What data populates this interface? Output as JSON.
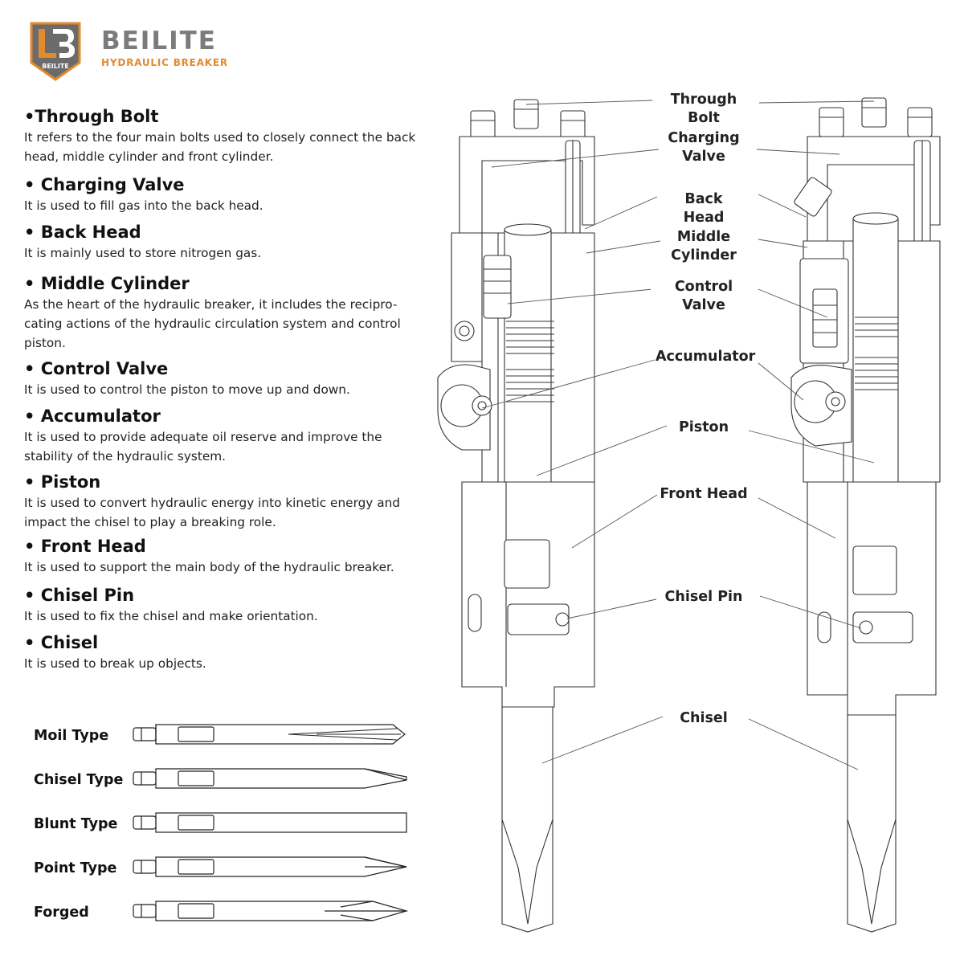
{
  "brand": {
    "name": "BEILITE",
    "tagline": "HYDRAULIC BREAKER",
    "logo_text": "BEILITE",
    "colors": {
      "logo_bg": "#6b6b6b",
      "logo_border": "#e38a2e",
      "name": "#7b7b7b",
      "tagline": "#e38a2e"
    }
  },
  "parts": [
    {
      "title": "•Through Bolt",
      "desc": "It refers to the four main bolts used to closely connect the back head, middle cylinder and front cylinder."
    },
    {
      "title": "• Charging Valve",
      "desc": "It is used to fill gas into the back head."
    },
    {
      "title": "•  Back Head",
      "desc": "It is mainly used to store nitrogen gas."
    },
    {
      "title": "• Middle Cylinder",
      "desc": "As the heart of the hydraulic breaker, it includes the recipro-cating actions of the hydraulic circulation system and control piston."
    },
    {
      "title": "• Control Valve",
      "desc": "It is used to control the piston to move up and down."
    },
    {
      "title": "• Accumulator",
      "desc": "It is used to provide adequate oil reserve and improve the stability of the hydraulic system."
    },
    {
      "title": "• Piston",
      "desc": "It is used to convert hydraulic energy into kinetic energy and impact the chisel to play a breaking role."
    },
    {
      "title": "• Front Head",
      "desc": "It is used to support the main body of the hydraulic breaker."
    },
    {
      "title": "• Chisel Pin",
      "desc": "It is used to fix the chisel and make orientation."
    },
    {
      "title": "• Chisel",
      "desc": "It is used to break up objects."
    }
  ],
  "chisel_types": [
    {
      "label": "Moil Type",
      "tip": "moil"
    },
    {
      "label": "Chisel Type",
      "tip": "chisel"
    },
    {
      "label": "Blunt Type",
      "tip": "blunt"
    },
    {
      "label": "Point Type",
      "tip": "point"
    },
    {
      "label": "Forged",
      "tip": "forged"
    }
  ],
  "callouts": [
    {
      "text": "Through Bolt"
    },
    {
      "text": "Charging\nValve"
    },
    {
      "text": "Back Head"
    },
    {
      "text": "Middle\nCylinder"
    },
    {
      "text": "Control Valve"
    },
    {
      "text": "Accumulator"
    },
    {
      "text": "Piston"
    },
    {
      "text": "Front Head"
    },
    {
      "text": "Chisel Pin"
    },
    {
      "text": "Chisel"
    }
  ]
}
